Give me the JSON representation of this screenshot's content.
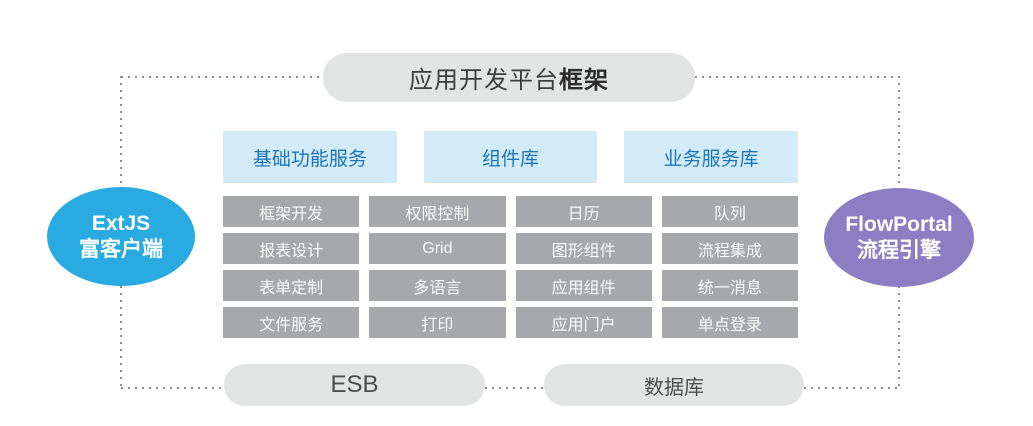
{
  "diagram": {
    "title": {
      "regular": "应用开发平台",
      "bold": "框架"
    },
    "left_node": {
      "line1": "ExtJS",
      "line2": "富客户端",
      "color": "#29abe2"
    },
    "right_node": {
      "line1": "FlowPortal",
      "line2": "流程引擎",
      "color": "#8b7ec3"
    },
    "headers": [
      "基础功能服务",
      "组件库",
      "业务服务库"
    ],
    "grid": {
      "rows": [
        [
          "框架开发",
          "权限控制",
          "日历",
          "队列"
        ],
        [
          "报表设计",
          "Grid",
          "图形组件",
          "流程集成"
        ],
        [
          "表单定制",
          "多语言",
          "应用组件",
          "统一消息"
        ],
        [
          "文件服务",
          "打印",
          "应用门户",
          "单点登录"
        ]
      ]
    },
    "bottom_nodes": {
      "esb": "ESB",
      "database": "数据库"
    },
    "colors": {
      "header_bg": "#d3eaf8",
      "header_text": "#1b75bc",
      "cell_bg": "#a6a8ab",
      "rounded_box_bg": "#e2e3e3",
      "connector": "#8d8d8d",
      "left_ellipse": "#29abe2",
      "right_ellipse": "#8b7ec3"
    }
  }
}
